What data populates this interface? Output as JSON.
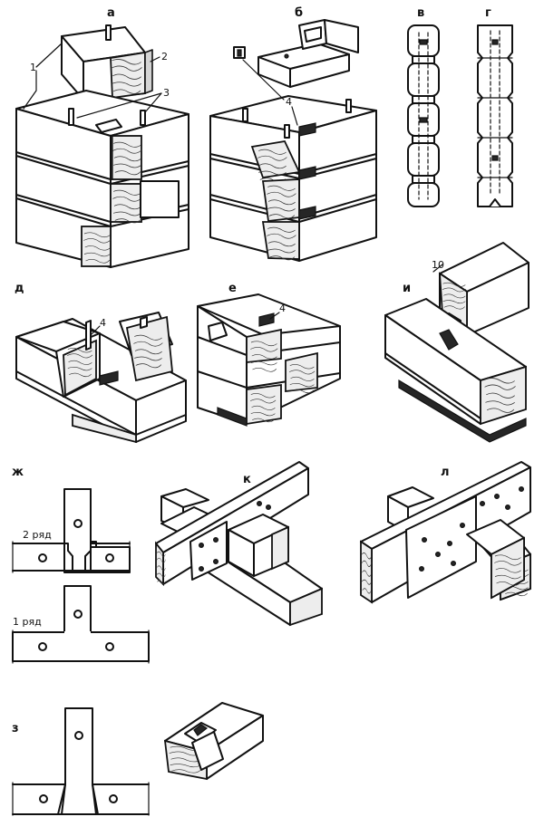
{
  "panels": {
    "a": "а",
    "b": "б",
    "v": "в",
    "g": "г",
    "d": "д",
    "e": "е",
    "i": "и",
    "zh": "ж",
    "k": "к",
    "l": "л",
    "z": "з"
  },
  "callouts": {
    "n1": "1",
    "n2": "2",
    "n3": "3",
    "n4": "4",
    "n10": "10"
  },
  "row_labels": {
    "row2": "2 ряд",
    "row1": "1 ряд"
  }
}
